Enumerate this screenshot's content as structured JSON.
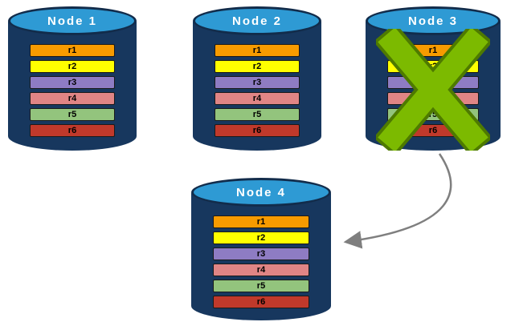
{
  "diagram": {
    "type": "database-replication-failover",
    "nodes": [
      {
        "title": "Node 1",
        "failed": false
      },
      {
        "title": "Node 2",
        "failed": false
      },
      {
        "title": "Node 3",
        "failed": true
      },
      {
        "title": "Node 4",
        "failed": false
      }
    ],
    "rows": [
      {
        "label": "r1",
        "color": "#F79B00"
      },
      {
        "label": "r2",
        "color": "#FFFF00"
      },
      {
        "label": "r3",
        "color": "#8E7CC3"
      },
      {
        "label": "r4",
        "color": "#E08585"
      },
      {
        "label": "r5",
        "color": "#93C47D"
      },
      {
        "label": "r6",
        "color": "#C0392B"
      }
    ],
    "colors": {
      "cylinder_body": "#17375E",
      "cylinder_top": "#2E9AD4",
      "failure_x_fill": "#7CBA00",
      "failure_x_outline": "#4E7A00",
      "arrow": "#7F7F7F"
    }
  }
}
